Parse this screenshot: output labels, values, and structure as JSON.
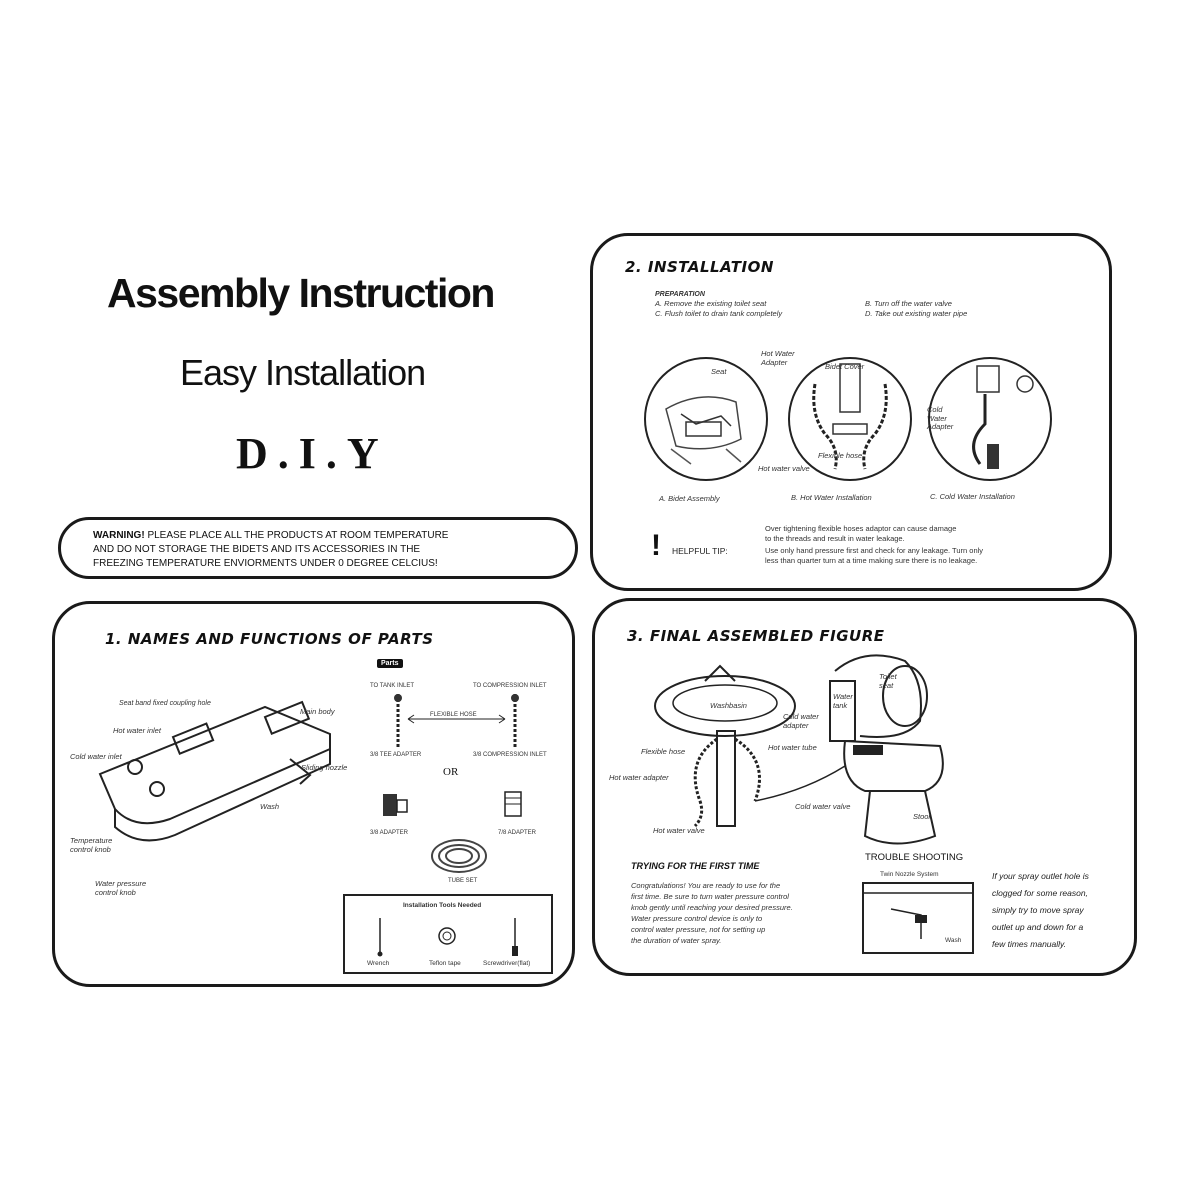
{
  "header": {
    "title": "Assembly Instruction",
    "subtitle": "Easy Installation",
    "diy": "D.I.Y"
  },
  "warning": {
    "line1_bold": "WARNING!",
    "line1": " PLEASE PLACE ALL THE PRODUCTS AT ROOM TEMPERATURE",
    "line2": "AND DO NOT STORAGE THE BIDETS AND ITS ACCESSORIES IN THE",
    "line3": "FREEZING TEMPERATURE ENVIORMENTS UNDER 0 DEGREE CELCIUS!"
  },
  "installation": {
    "title": "2. INSTALLATION",
    "prep_heading": "PREPARATION",
    "prep_a": "A. Remove the existing toilet seat",
    "prep_b": "B. Turn off the water valve",
    "prep_c": "C. Flush toilet to drain tank completely",
    "prep_d": "D. Take out existing water pipe",
    "label_seat": "Seat",
    "label_hot_adapter": "Hot Water Adapter",
    "label_bidet": "Bidet Cover",
    "label_flex": "Flexible hose",
    "label_hot_valve": "Hot water valve",
    "label_cold_adapter": "Cold Water Adapter",
    "caption_a": "A. Bidet Assembly",
    "caption_b": "B. Hot Water Installation",
    "caption_c": "C. Cold Water Installation",
    "tip_mark": "!",
    "tip_label": "HELPFUL TIP:",
    "tip_line1": "Over tightening flexible hoses adaptor can cause damage",
    "tip_line2": "to the threads and result in water leakage.",
    "tip_line3": "Use only hand pressure first and check for any leakage. Turn only",
    "tip_line4": "less than quarter turn at a time making sure there is no leakage."
  },
  "names": {
    "title": "1. NAMES AND FUNCTIONS OF PARTS",
    "parts_badge": "Parts",
    "lbl_seat_band": "Seat band fixed coupling hole",
    "lbl_main": "Main body",
    "lbl_hot_inlet": "Hot water inlet",
    "lbl_cold_inlet": "Cold water inlet",
    "lbl_nozzle": "Sliding nozzle",
    "lbl_wash": "Wash",
    "lbl_temp": "Temperature control knob",
    "lbl_pressure": "Water pressure control knob",
    "lbl_to_tank": "TO TANK INLET",
    "lbl_to_compress": "TO COMPRESSION INLET",
    "lbl_flex": "FLEXIBLE HOSE",
    "lbl_tee": "3/8 TEE ADAPTER",
    "lbl_compress": "3/8 COMPRESSION INLET",
    "or": "OR",
    "lbl_adapter1": "3/8 ADAPTER",
    "lbl_adapter2": "7/8 ADAPTER",
    "lbl_tube": "TUBE SET",
    "tools_title": "Installation Tools Needed",
    "tool1": "Wrench",
    "tool2": "Teflon tape",
    "tool3": "Screwdriver(flat)"
  },
  "final": {
    "title": "3. FINAL ASSEMBLED FIGURE",
    "lbl_toilet_seat": "Toilet seat",
    "lbl_washbasin": "Washbasin",
    "lbl_water_tank": "Water tank",
    "lbl_cold_adapter": "Cold water adapter",
    "lbl_flex": "Flexible hose",
    "lbl_hot_tube": "Hot water tube",
    "lbl_hot_adapter": "Hot water adapter",
    "lbl_cold_valve": "Cold water valve",
    "lbl_stool": "Stool",
    "lbl_hot_valve": "Hot water valve",
    "trying_title": "TRYING FOR THE FIRST TIME",
    "trying_lines": [
      "Congratulations! You are ready to use for the",
      "first time. Be sure to turn water pressure control",
      "knob gently until reaching your desired pressure.",
      "Water pressure control device is only to",
      "control water pressure, not for setting up",
      "the duration of water spray."
    ],
    "trouble_title": "TROUBLE SHOOTING",
    "twin_nozzle": "Twin Nozzle System",
    "wash": "Wash",
    "trouble_lines": [
      "If your spray outlet hole is",
      "clogged for some reason,",
      "simply try to move spray",
      "outlet up and down for a",
      "few times manually."
    ]
  }
}
